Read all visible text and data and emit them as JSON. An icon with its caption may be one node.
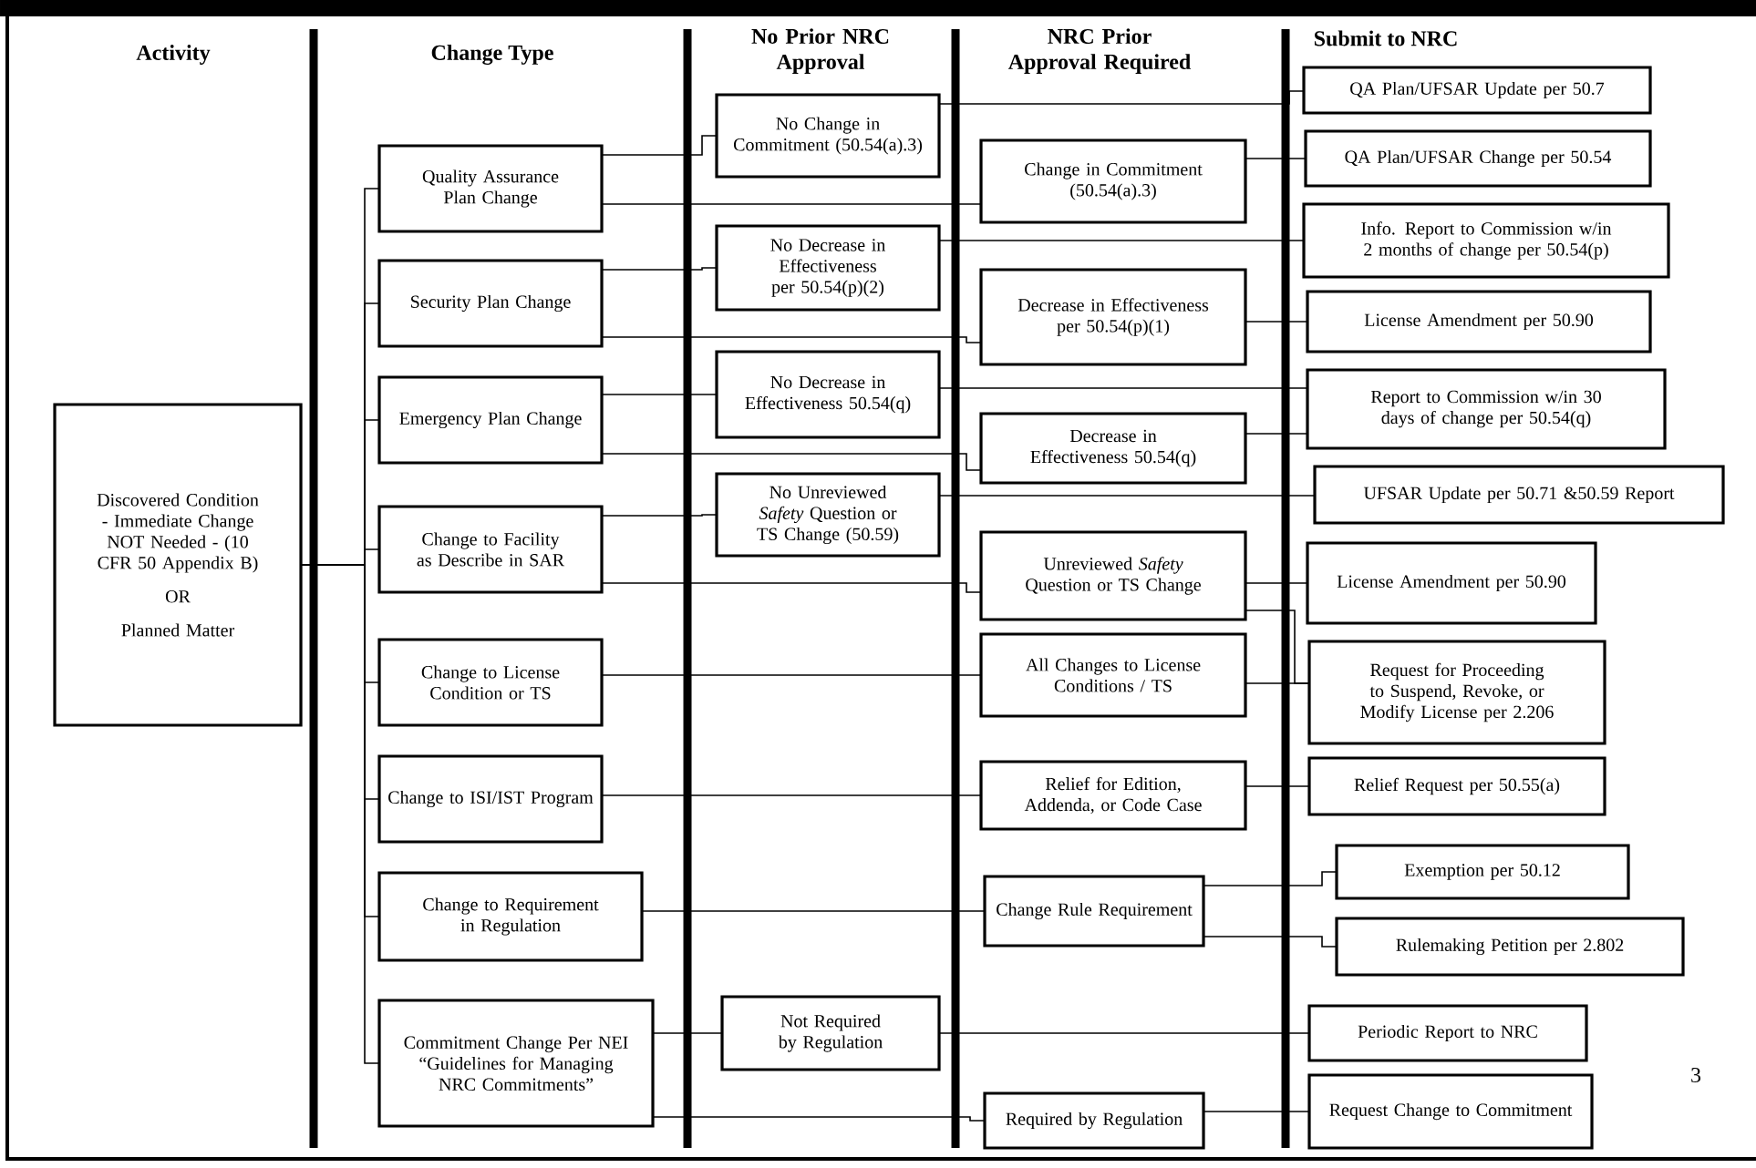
{
  "diagram": {
    "nodes": [
      {
        "text": [
          "Discovered Condition - Immediate Change NOT Needed - (10 CFR 50 Appendix B)",
          "OR",
          "Planned Matter"
        ]
      },
      {
        "text": [
          "Quality Assurance Plan Change"
        ]
      },
      {
        "text": [
          "Security Plan Change"
        ]
      },
      {
        "text": [
          "Emergency Plan Change"
        ]
      },
      {
        "text": [
          "Change to Facility as Describe in SAR"
        ]
      },
      {
        "text": [
          "Change to License Condition or TS"
        ]
      },
      {
        "text": [
          "Change to ISI/IST Program"
        ]
      },
      {
        "text": [
          "Change to Requirement in Regulation"
        ]
      },
      {
        "text": [
          "Commitment Change Per NEI “Guidelines for Managing NRC Commitments”"
        ]
      },
      {
        "text": [
          "No Change in Commitment (50.54(a).3)"
        ]
      },
      {
        "text": [
          "No Decrease in Effectiveness per 50.54(p)(2)"
        ]
      },
      {
        "text": [
          "No Decrease in Effectiveness 50.54(q)"
        ]
      },
      {
        "text": [
          "No Unreviewed *Safety* Question or TS Change (50.59)"
        ]
      },
      {
        "text": [
          "Not Required by Regulation"
        ]
      },
      {
        "text": [
          "Change in Commitment (50.54(a).3)"
        ]
      },
      {
        "text": [
          "Decrease in Effectiveness per 50.54(p)(1)"
        ]
      },
      {
        "text": [
          "Decrease in Effectiveness 50.54(q)"
        ]
      },
      {
        "text": [
          "Unreviewed *Safety* Question or TS Change"
        ]
      },
      {
        "text": [
          "All Changes to License Conditions / TS"
        ]
      },
      {
        "text": [
          "Relief for Edition, Addenda, or Code Case"
        ]
      },
      {
        "text": [
          "Change Rule Requirement"
        ]
      },
      {
        "text": [
          "Required by Regulation"
        ]
      },
      {
        "text": [
          "QA Plan/UFSAR Update per 50.7"
        ]
      },
      {
        "text": [
          "QA Plan/UFSAR Change per 50.54"
        ]
      },
      {
        "text": [
          "Info. Report to Commission w/in 2 months of change per 50.54(p)"
        ]
      },
      {
        "text": [
          "License Amendment per 50.90"
        ]
      },
      {
        "text": [
          "Report to Commission w/in 30 days of change per 50.54(q)"
        ]
      },
      {
        "text": [
          "UFSAR Update per 50.71 &50.59 Report"
        ]
      },
      {
        "text": [
          "License Amendment per 50.90"
        ]
      },
      {
        "text": [
          "Request for Proceeding to Suspend, Revoke, or Modify License per 2.206"
        ]
      },
      {
        "text": [
          "Relief Request per 50.55(a)"
        ]
      },
      {
        "text": [
          "Exemption per 50.12"
        ]
      },
      {
        "text": [
          "Rulemaking Petition per 2.802"
        ]
      },
      {
        "text": [
          "Periodic Report to NRC"
        ]
      },
      {
        "text": [
          "Request Change to Commitment"
        ]
      }
    ],
    "edges": [
      {
        "from": 0,
        "to": 1,
        "arrow": "none"
      },
      {
        "from": 0,
        "to": 2,
        "arrow": "none"
      },
      {
        "from": 0,
        "to": 3,
        "arrow": "none"
      },
      {
        "from": 0,
        "to": 4,
        "arrow": "none"
      },
      {
        "from": 0,
        "to": 5,
        "arrow": "none"
      },
      {
        "from": 0,
        "to": 6,
        "arrow": "none"
      },
      {
        "from": 0,
        "to": 7,
        "arrow": "none"
      },
      {
        "from": 0,
        "to": 8,
        "arrow": "none"
      },
      {
        "from": 1,
        "to": 9,
        "arrow": "none"
      },
      {
        "from": 1,
        "to": 14,
        "arrow": "none"
      },
      {
        "from": 2,
        "to": 10,
        "arrow": "none"
      },
      {
        "from": 2,
        "to": 15,
        "arrow": "none"
      },
      {
        "from": 3,
        "to": 11,
        "arrow": "none"
      },
      {
        "from": 3,
        "to": 16,
        "arrow": "none"
      },
      {
        "from": 4,
        "to": 12,
        "arrow": "none"
      },
      {
        "from": 4,
        "to": 17,
        "arrow": "none"
      },
      {
        "from": 5,
        "to": 18,
        "arrow": "none"
      },
      {
        "from": 6,
        "to": 19,
        "arrow": "none"
      },
      {
        "from": 7,
        "to": 20,
        "arrow": "none"
      },
      {
        "from": 8,
        "to": 13,
        "arrow": "none"
      },
      {
        "from": 8,
        "to": 21,
        "arrow": "none"
      },
      {
        "from": 9,
        "to": 22,
        "arrow": "none"
      },
      {
        "from": 14,
        "to": 23,
        "arrow": "none"
      },
      {
        "from": 10,
        "to": 24,
        "arrow": "none"
      },
      {
        "from": 15,
        "to": 25,
        "arrow": "none"
      },
      {
        "from": 11,
        "to": 26,
        "arrow": "none"
      },
      {
        "from": 16,
        "to": 26,
        "arrow": "none"
      },
      {
        "from": 12,
        "to": 27,
        "arrow": "none"
      },
      {
        "from": 17,
        "to": 28,
        "arrow": "none"
      },
      {
        "from": 17,
        "to": 29,
        "arrow": "none"
      },
      {
        "from": 18,
        "to": 29,
        "arrow": "none"
      },
      {
        "from": 19,
        "to": 30,
        "arrow": "none"
      },
      {
        "from": 20,
        "to": 31,
        "arrow": "none"
      },
      {
        "from": 20,
        "to": 32,
        "arrow": "none"
      },
      {
        "from": 13,
        "to": 33,
        "arrow": "none"
      },
      {
        "from": 21,
        "to": 34,
        "arrow": "none"
      }
    ],
    "labels": [
      "Activity",
      "Change Type",
      "No Prior NRC Approval",
      "NRC Prior Approval Required",
      "Submit to NRC",
      "3"
    ]
  }
}
